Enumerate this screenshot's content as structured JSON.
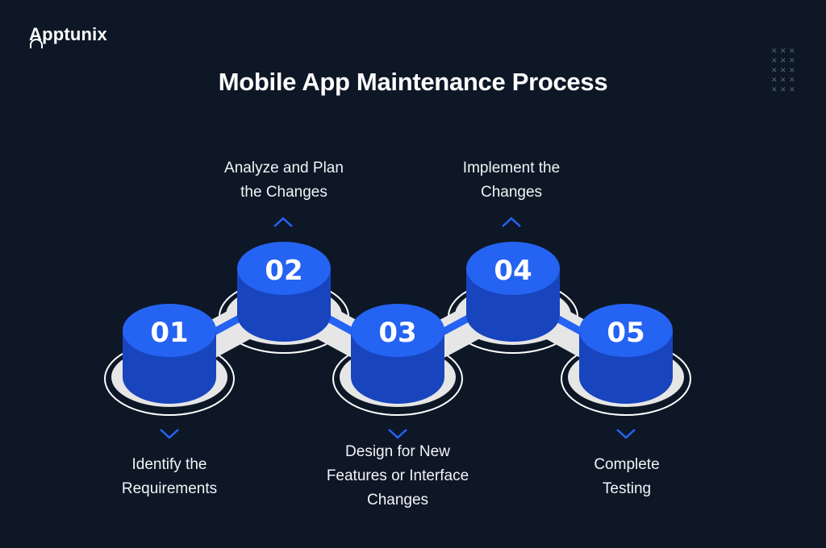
{
  "brand": {
    "name": "Apptunix"
  },
  "title": "Mobile App Maintenance Process",
  "colors": {
    "background": "#0d1726",
    "cylinder_top": "#2563f2",
    "cylinder_side": "#1845bd",
    "band": "#e6e6e6",
    "accent": "#2563f2",
    "text": "#ffffff"
  },
  "steps": [
    {
      "number": "01",
      "label_line1": "Identify the",
      "label_line2": "Requirements",
      "label_line3": "",
      "position": "below",
      "chevron": "chevron-down"
    },
    {
      "number": "02",
      "label_line1": "Analyze and Plan",
      "label_line2": "the Changes",
      "label_line3": "",
      "position": "above",
      "chevron": "chevron-up"
    },
    {
      "number": "03",
      "label_line1": "Design for New",
      "label_line2": "Features or Interface",
      "label_line3": "Changes",
      "position": "below",
      "chevron": "chevron-down"
    },
    {
      "number": "04",
      "label_line1": "Implement the",
      "label_line2": "Changes",
      "label_line3": "",
      "position": "above",
      "chevron": "chevron-up"
    },
    {
      "number": "05",
      "label_line1": "Complete",
      "label_line2": "Testing",
      "label_line3": "",
      "position": "below",
      "chevron": "chevron-down"
    }
  ]
}
